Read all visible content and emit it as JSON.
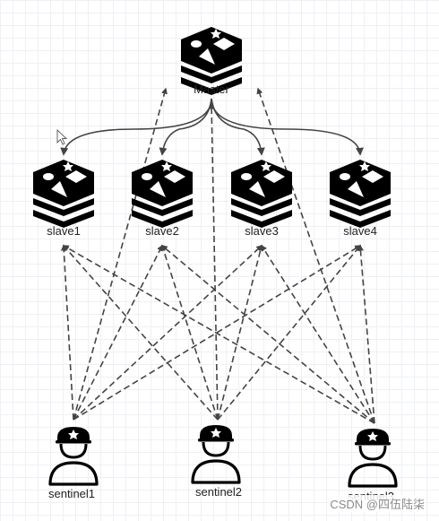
{
  "master": {
    "label": "Master",
    "icon": "redis-stack-icon"
  },
  "slaves": [
    {
      "label": "slave1",
      "icon": "redis-stack-icon"
    },
    {
      "label": "slave2",
      "icon": "redis-stack-icon"
    },
    {
      "label": "slave3",
      "icon": "redis-stack-icon"
    },
    {
      "label": "slave4",
      "icon": "redis-stack-icon"
    }
  ],
  "sentinels": [
    {
      "label": "sentinel1",
      "icon": "sentinel-guard-icon"
    },
    {
      "label": "sentinel2",
      "icon": "sentinel-guard-icon"
    },
    {
      "label": "sentinel3",
      "icon": "sentinel-guard-icon"
    }
  ],
  "watermark": "CSDN @四伍陆柒",
  "colors": {
    "line": "#444444",
    "icon": "#000000",
    "icon_glyph": "#ffffff"
  }
}
